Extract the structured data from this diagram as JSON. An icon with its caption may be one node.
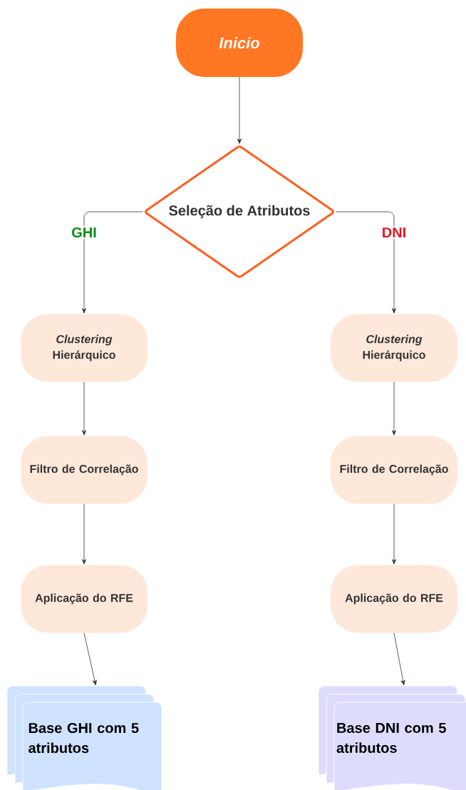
{
  "diagram": {
    "nodes": [
      {
        "text": [
          "Inicio"
        ]
      },
      {
        "text": [
          "Seleção de Atributos"
        ]
      },
      {
        "text": [
          "*Clustering* Hierárquico"
        ]
      },
      {
        "text": [
          "Filtro de Correlação"
        ]
      },
      {
        "text": [
          "Aplicação do RFE"
        ]
      },
      {
        "text": [
          "Base GHI com 5 atributos"
        ]
      },
      {
        "text": [
          "*Clustering* Hierárquico"
        ]
      },
      {
        "text": [
          "Filtro de Correlação"
        ]
      },
      {
        "text": [
          "Aplicação do RFE"
        ]
      },
      {
        "text": [
          "Base DNI com 5 atributos"
        ]
      }
    ],
    "edges": [
      {
        "from": 0,
        "to": 1,
        "arrow": "to"
      },
      {
        "from": 1,
        "to": 2,
        "arrow": "to",
        "label": "GHI"
      },
      {
        "from": 1,
        "to": 6,
        "arrow": "to",
        "label": "DNI"
      },
      {
        "from": 2,
        "to": 3,
        "arrow": "to"
      },
      {
        "from": 3,
        "to": 4,
        "arrow": "to"
      },
      {
        "from": 4,
        "to": 5,
        "arrow": "to"
      },
      {
        "from": 6,
        "to": 7,
        "arrow": "to"
      },
      {
        "from": 7,
        "to": 8,
        "arrow": "to"
      },
      {
        "from": 8,
        "to": 9,
        "arrow": "to"
      }
    ]
  }
}
